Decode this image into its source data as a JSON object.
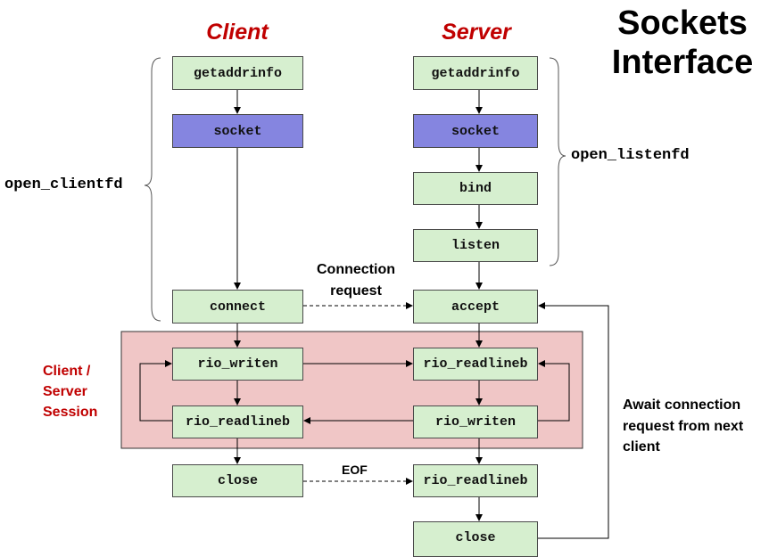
{
  "title": "Sockets Interface",
  "columns": {
    "client": "Client",
    "server": "Server"
  },
  "groups": {
    "client_open": "open_clientfd",
    "server_open": "open_listenfd",
    "session": "Client / Server Session"
  },
  "client": {
    "getaddrinfo": "getaddrinfo",
    "socket": "socket",
    "connect": "connect",
    "rio_writen": "rio_writen",
    "rio_readlineb": "rio_readlineb",
    "close": "close"
  },
  "server": {
    "getaddrinfo": "getaddrinfo",
    "socket": "socket",
    "bind": "bind",
    "listen": "listen",
    "accept": "accept",
    "rio_readlineb": "rio_readlineb",
    "rio_writen": "rio_writen",
    "rio_readlineb_eof": "rio_readlineb",
    "close": "close"
  },
  "annotations": {
    "connection_request": "Connection request",
    "eof": "EOF",
    "await": "Await connection request from next client"
  },
  "colors": {
    "function_box": "#d6efcf",
    "socket_box": "#8585e0",
    "session_bg": "#f0c6c6",
    "accent": "#c00000"
  }
}
